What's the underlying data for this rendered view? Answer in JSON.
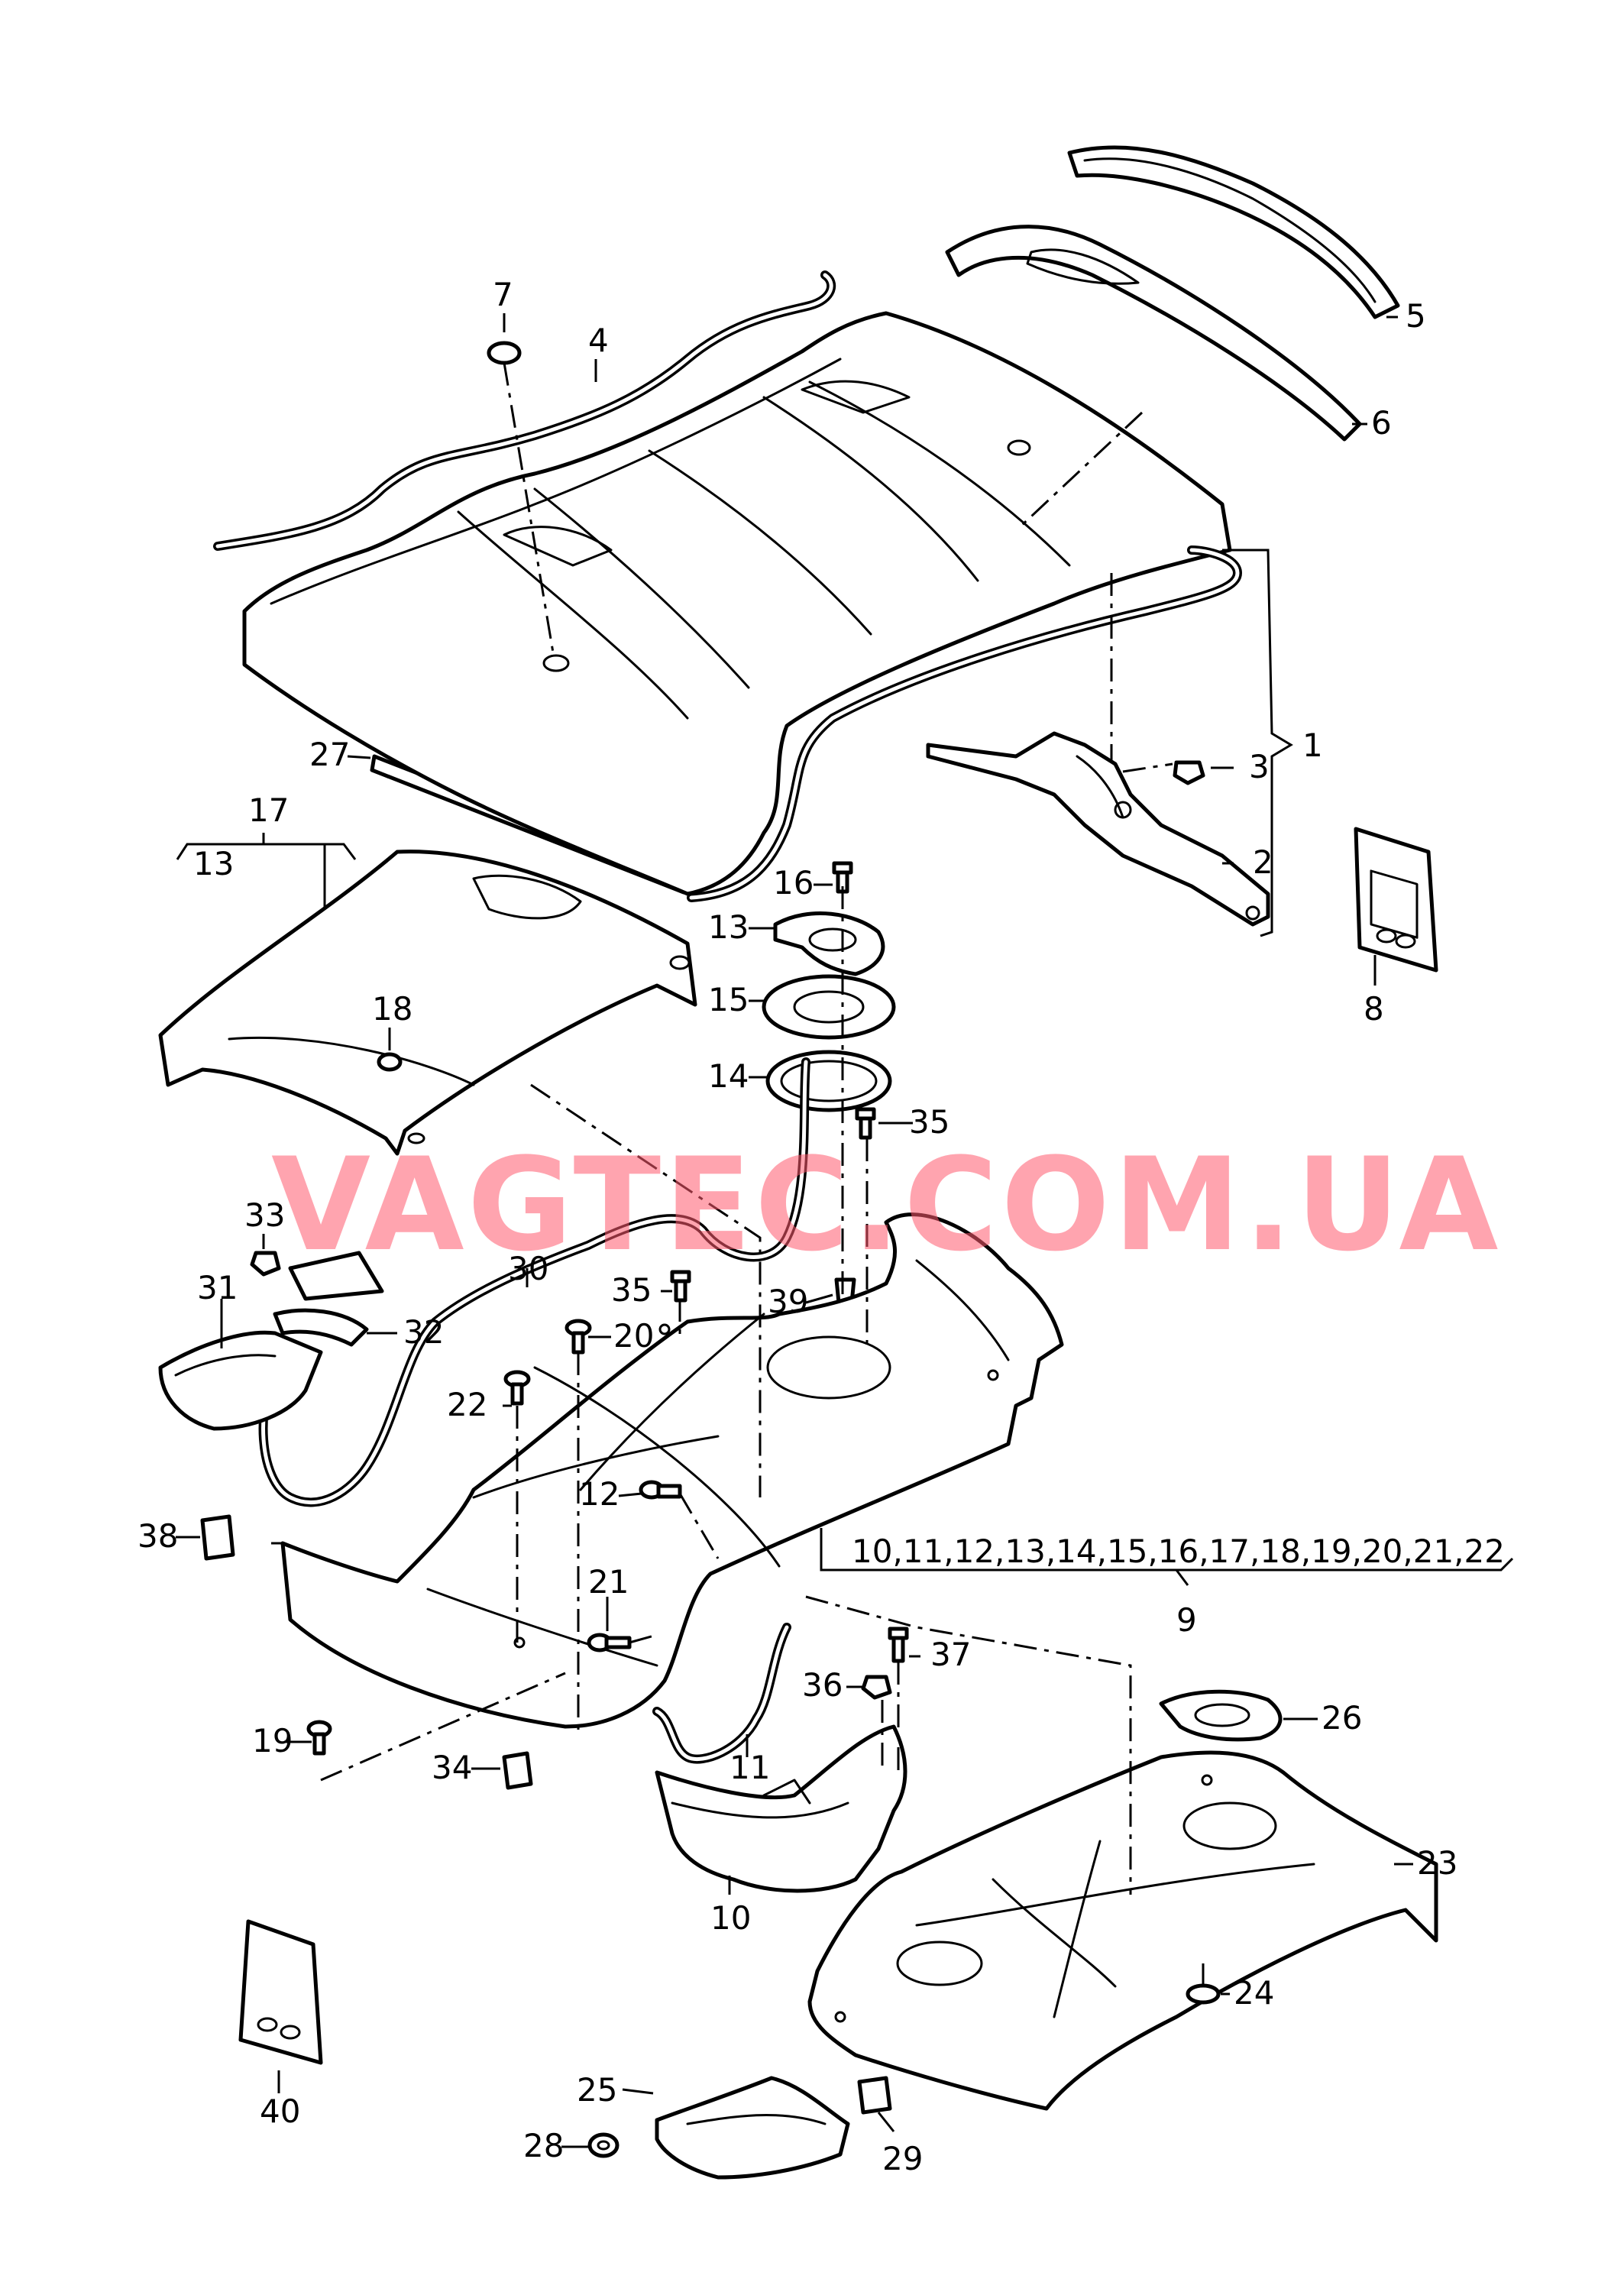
{
  "watermark": "VAGTEC.COM.UA",
  "callouts": [
    {
      "id": "c1",
      "text": "1"
    },
    {
      "id": "c2",
      "text": "2"
    },
    {
      "id": "c3",
      "text": "3"
    },
    {
      "id": "c4",
      "text": "4"
    },
    {
      "id": "c5",
      "text": "5"
    },
    {
      "id": "c6",
      "text": "6"
    },
    {
      "id": "c7",
      "text": "7"
    },
    {
      "id": "c8",
      "text": "8"
    },
    {
      "id": "c9",
      "text": "9"
    },
    {
      "id": "c10",
      "text": "10"
    },
    {
      "id": "c11",
      "text": "11"
    },
    {
      "id": "c12",
      "text": "12"
    },
    {
      "id": "c13a",
      "text": "13"
    },
    {
      "id": "c13b",
      "text": "13"
    },
    {
      "id": "c14",
      "text": "14"
    },
    {
      "id": "c15",
      "text": "15"
    },
    {
      "id": "c16",
      "text": "16"
    },
    {
      "id": "c17",
      "text": "17"
    },
    {
      "id": "c18",
      "text": "18"
    },
    {
      "id": "c19",
      "text": "19"
    },
    {
      "id": "c20",
      "text": "20"
    },
    {
      "id": "c21",
      "text": "21"
    },
    {
      "id": "c22",
      "text": "22"
    },
    {
      "id": "c23",
      "text": "23"
    },
    {
      "id": "c24",
      "text": "24"
    },
    {
      "id": "c25",
      "text": "25"
    },
    {
      "id": "c26",
      "text": "26"
    },
    {
      "id": "c27",
      "text": "27"
    },
    {
      "id": "c28",
      "text": "28"
    },
    {
      "id": "c29",
      "text": "29"
    },
    {
      "id": "c30",
      "text": "30"
    },
    {
      "id": "c31",
      "text": "31"
    },
    {
      "id": "c32",
      "text": "32"
    },
    {
      "id": "c33",
      "text": "33"
    },
    {
      "id": "c34",
      "text": "34"
    },
    {
      "id": "c35a",
      "text": "35"
    },
    {
      "id": "c35b",
      "text": "35"
    },
    {
      "id": "c36",
      "text": "36"
    },
    {
      "id": "c37",
      "text": "37"
    },
    {
      "id": "c38",
      "text": "38"
    },
    {
      "id": "c39",
      "text": "39"
    },
    {
      "id": "c40",
      "text": "40"
    }
  ],
  "group_label": "10,11,12,13,14,15,16,17,18,19,20,21,22"
}
